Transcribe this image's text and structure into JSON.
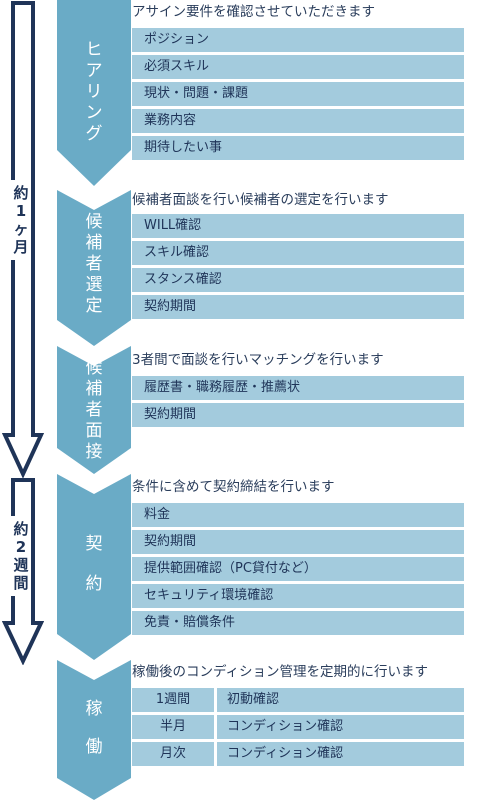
{
  "periods": [
    {
      "chars": [
        "約",
        "1",
        "ヶ",
        "月"
      ]
    },
    {
      "chars": [
        "約",
        "2",
        "週",
        "間"
      ]
    }
  ],
  "steps": [
    {
      "chars": [
        "ヒ",
        "ア",
        "リ",
        "ン",
        "グ"
      ],
      "heading": "アサイン要件を確認させていただきます",
      "items": [
        "ポジション",
        "必須スキル",
        "現状・問題・課題",
        "業務内容",
        "期待したい事"
      ]
    },
    {
      "chars": [
        "候",
        "補",
        "者",
        "選",
        "定"
      ],
      "heading": "候補者面談を行い候補者の選定を行います",
      "items": [
        "WILL確認",
        "スキル確認",
        "スタンス確認",
        "契約期間"
      ]
    },
    {
      "chars": [
        "候",
        "補",
        "者",
        "面",
        "接"
      ],
      "heading": "3者間で面談を行いマッチングを行います",
      "items": [
        "履歴書・職務履歴・推薦状",
        "契約期間"
      ]
    },
    {
      "chars": [
        "契",
        "約"
      ],
      "heading": "条件に含めて契約締結を行います",
      "items": [
        "料金",
        "契約期間",
        "提供範囲確認（PC貸付など）",
        "セキュリティ環境確認",
        "免責・賠償条件"
      ]
    },
    {
      "chars": [
        "稼",
        "働"
      ],
      "heading": "稼働後のコンディション管理を定期的に行います",
      "table": [
        {
          "period": "1週間",
          "task": "初動確認"
        },
        {
          "period": "半月",
          "task": "コンディション確認"
        },
        {
          "period": "月次",
          "task": "コンディション確認"
        }
      ]
    }
  ],
  "colors": {
    "step_fill": "#6aabc6",
    "item_fill": "#a3cbdd",
    "arrow_stroke": "#1f3458"
  }
}
